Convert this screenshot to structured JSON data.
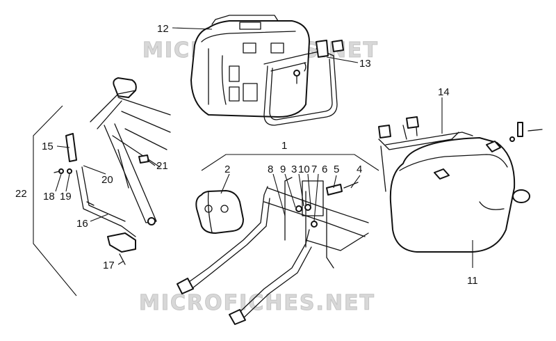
{
  "watermarks": [
    "MICROFICHES.NET",
    "MICROFICHES.NET"
  ],
  "callouts": {
    "c1": "1",
    "c2": "2",
    "c3": "3",
    "c4": "4",
    "c5": "5",
    "c6": "6",
    "c7": "7",
    "c8": "8",
    "c9": "9",
    "c10": "10",
    "c11": "11",
    "c12": "12",
    "c13": "13",
    "c14": "14",
    "c15": "15",
    "c16": "16",
    "c17": "17",
    "c18": "18",
    "c19": "19",
    "c20": "20",
    "c21": "21",
    "c22": "22"
  },
  "colors": {
    "line": "#111111",
    "watermark": "#d8d8d8",
    "background": "#ffffff"
  }
}
